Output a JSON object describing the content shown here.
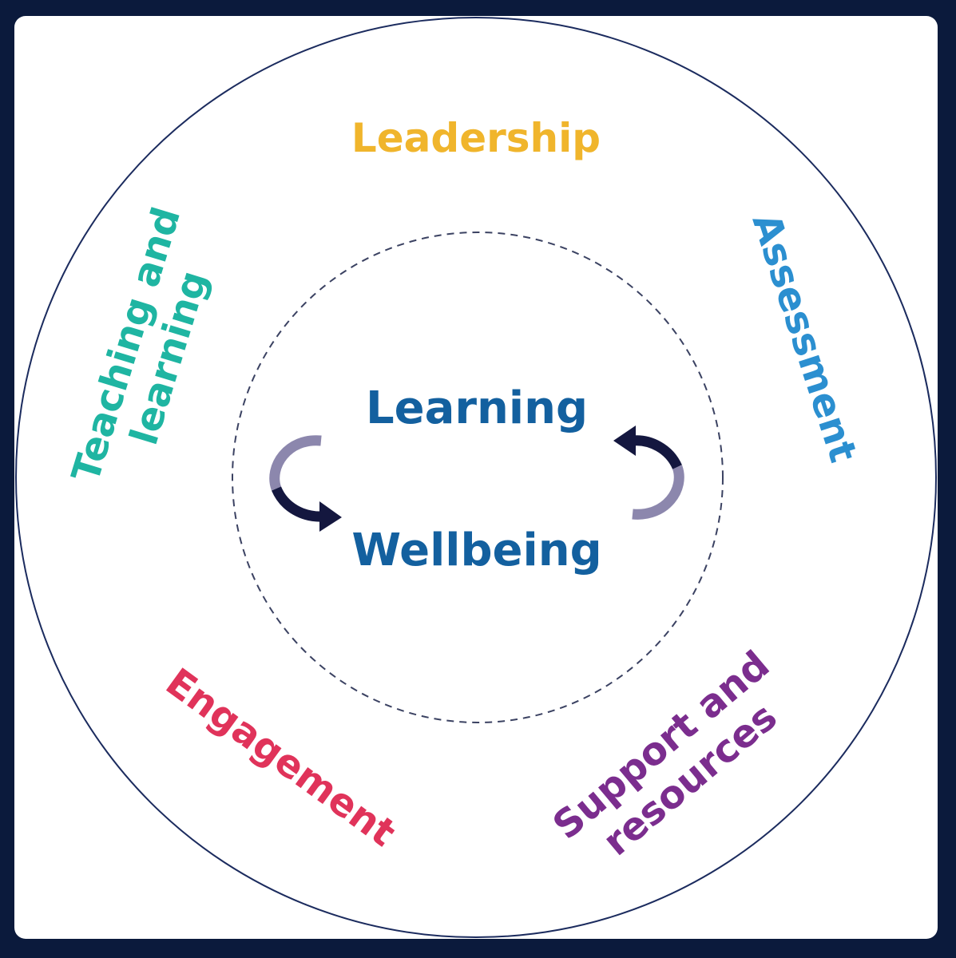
{
  "center": {
    "top_label": "Learning",
    "bottom_label": "Wellbeing"
  },
  "domains": {
    "leadership": "Leadership",
    "assessment": "Assessment",
    "teaching_line1": "Teaching and",
    "teaching_line2": "learning",
    "engagement": "Engagement",
    "support_line1": "Support and",
    "support_line2": "resources"
  },
  "icons": {
    "left": "curved-arrow-down-right-icon",
    "right": "curved-arrow-up-left-icon"
  },
  "colors": {
    "frame": "#0b1a3c",
    "leadership": "#f0b52c",
    "assessment": "#2b8fd0",
    "teaching": "#1fb5a2",
    "engagement": "#e0335a",
    "support": "#7b2d8e",
    "center_text": "#13609f",
    "arrow_dark": "#14173f",
    "arrow_light": "#8c87ad"
  }
}
